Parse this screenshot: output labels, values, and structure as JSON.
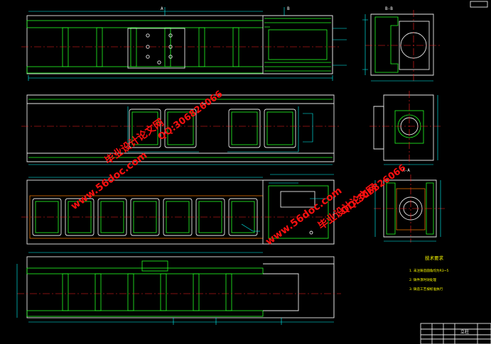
{
  "section_labels": {
    "top_a": "A",
    "top_b": "B",
    "section_bb": "B-B",
    "section_aa": "A-A"
  },
  "notes": {
    "title": "技术要求",
    "items": [
      "1. 未注铸造圆角均为R3~5",
      "2. 铸件须时效处理",
      "3. 铸造工艺按标准执行"
    ]
  },
  "title_block": {
    "part_name": "立柱"
  },
  "watermarks": [
    {
      "text": "毕业设计论文网",
      "pos": "center-left"
    },
    {
      "text": "www.56doc.com",
      "pos": "center-left"
    },
    {
      "text": "QQ:306826066",
      "pos": "center"
    },
    {
      "text": "QQ:306826066",
      "pos": "center-right"
    },
    {
      "text": "www.56doc.com",
      "pos": "center"
    },
    {
      "text": "毕业设计论文网",
      "pos": "center-right"
    }
  ],
  "colors": {
    "background": "#000000",
    "outline": "#e8e8e8",
    "hatch": "#22ff22",
    "dimension": "#00ffff",
    "centerline": "#ff2020",
    "note_text": "#ffff00",
    "watermark": "#ff1010"
  }
}
